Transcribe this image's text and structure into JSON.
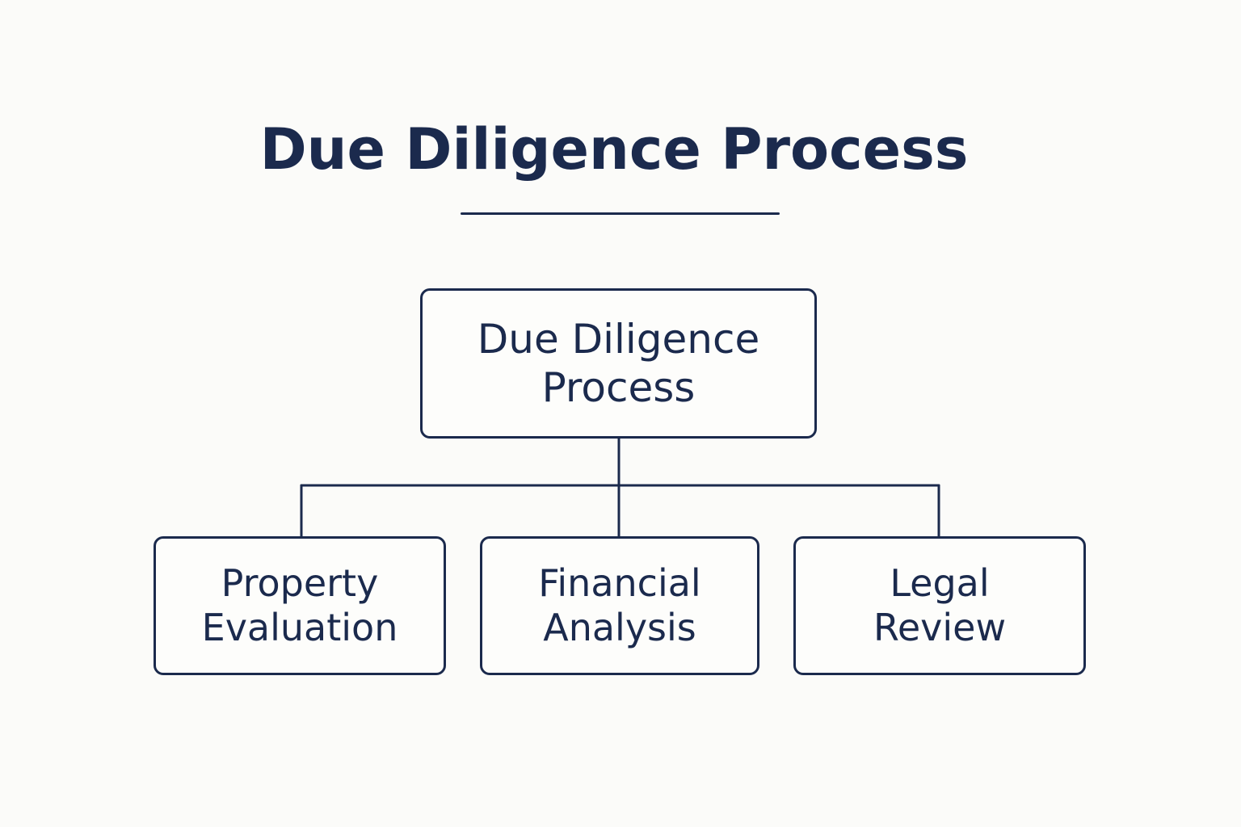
{
  "diagram": {
    "title": "Due Diligence Process",
    "root": {
      "label": "Due Diligence\nProcess"
    },
    "children": [
      {
        "label": "Property\nEvaluation"
      },
      {
        "label": "Financial\nAnalysis"
      },
      {
        "label": "Legal\nReview"
      }
    ],
    "colors": {
      "ink": "#1b2a4d",
      "background": "#fbfbf9"
    }
  }
}
